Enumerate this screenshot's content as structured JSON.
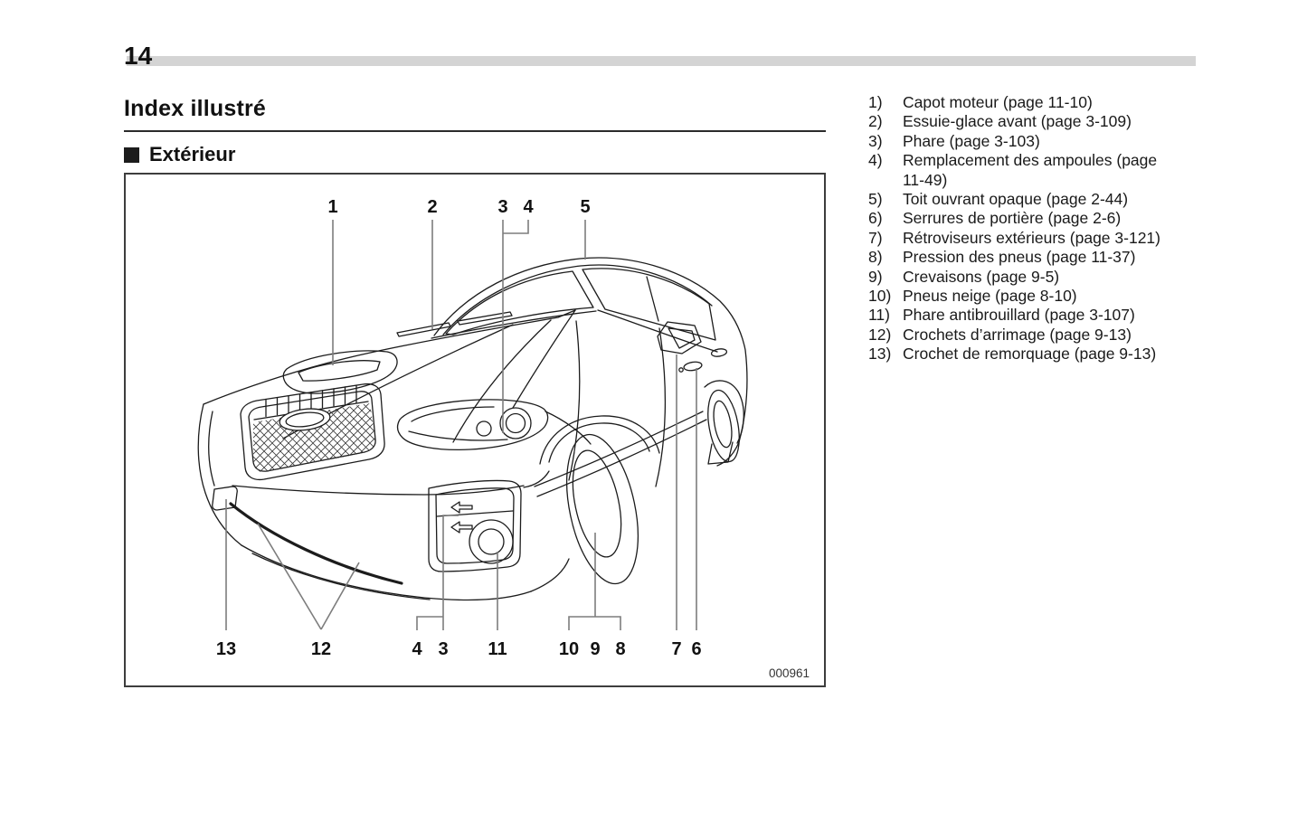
{
  "page": {
    "number": "14"
  },
  "headings": {
    "title": "Index illustré",
    "section_marker": "■",
    "section": "Extérieur"
  },
  "figure": {
    "code": "000961",
    "callouts": {
      "c1": "1",
      "c2": "2",
      "c3t": "3",
      "c4t": "4",
      "c5": "5",
      "c13": "13",
      "c12": "12",
      "c4b": "4",
      "c3b": "3",
      "c11": "11",
      "c10": "10",
      "c9": "9",
      "c8": "8",
      "c7": "7",
      "c6": "6"
    }
  },
  "legend": {
    "items": [
      {
        "num": "1)",
        "label": "Capot moteur (page 11-10)"
      },
      {
        "num": "2)",
        "label": "Essuie-glace avant (page 3-109)"
      },
      {
        "num": "3)",
        "label": "Phare (page 3-103)"
      },
      {
        "num": "4)",
        "label": "Remplacement des ampoules (page 11-49)"
      },
      {
        "num": "5)",
        "label": "Toit ouvrant opaque (page 2-44)"
      },
      {
        "num": "6)",
        "label": "Serrures de portière (page 2-6)"
      },
      {
        "num": "7)",
        "label": "Rétroviseurs extérieurs (page 3-121)"
      },
      {
        "num": "8)",
        "label": "Pression des pneus (page 11-37)"
      },
      {
        "num": "9)",
        "label": "Crevaisons (page 9-5)"
      },
      {
        "num": "10)",
        "label": "Pneus neige (page 8-10)"
      },
      {
        "num": "11)",
        "label": "Phare antibrouillard (page 3-107)"
      },
      {
        "num": "12)",
        "label": "Crochets d’arrimage (page 9-13)"
      },
      {
        "num": "13)",
        "label": "Crochet de remorquage (page 9-13)"
      }
    ]
  }
}
